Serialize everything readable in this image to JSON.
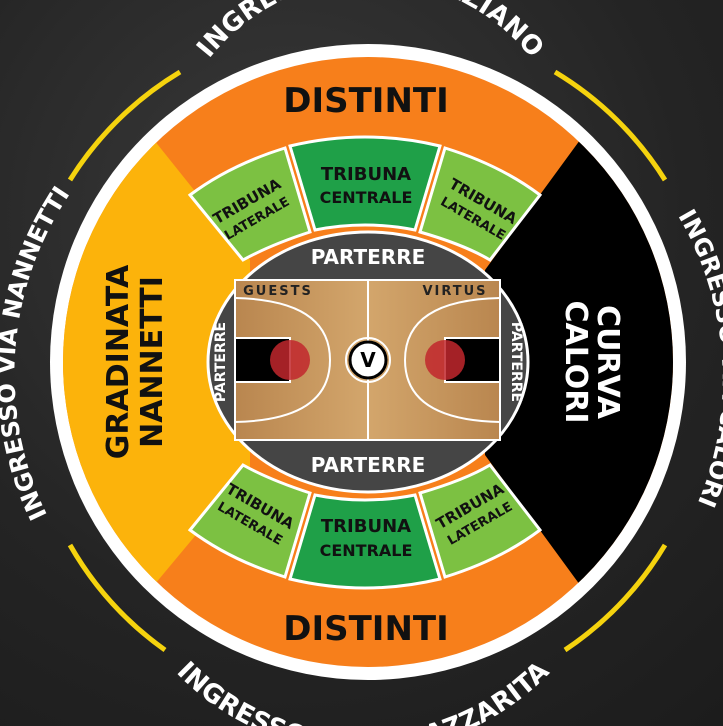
{
  "entrances": {
    "top": "INGRESSO VIA GRAZIANO",
    "left": "INGRESSO VIA NANNETTI",
    "right": "INGRESSO VIA CALORI",
    "bottom": "INGRESSO PIAZZA AZZARITA"
  },
  "sectors": {
    "distinti_top": "DISTINTI",
    "distinti_bottom": "DISTINTI",
    "gradinata_line1": "GRADINATA",
    "gradinata_line2": "NANNETTI",
    "curva_line1": "CURVA",
    "curva_line2": "CALORI",
    "tribuna_laterale_line1": "TRIBUNA",
    "tribuna_laterale_line2": "LATERALE",
    "tribuna_centrale_line1": "TRIBUNA",
    "tribuna_centrale_line2": "CENTRALE",
    "parterre": "PARTERRE"
  },
  "court": {
    "guests": "GUESTS",
    "home": "VIRTUS",
    "center_logo": "V"
  },
  "colors": {
    "distinti": "#f77f1b",
    "gradinata": "#fcb30b",
    "curva": "#000000",
    "tribuna_centrale": "#1fa048",
    "tribuna_laterale": "#7cc142",
    "parterre": "#454545",
    "ring": "#f5d30e",
    "court_wood": "#c89a60"
  }
}
